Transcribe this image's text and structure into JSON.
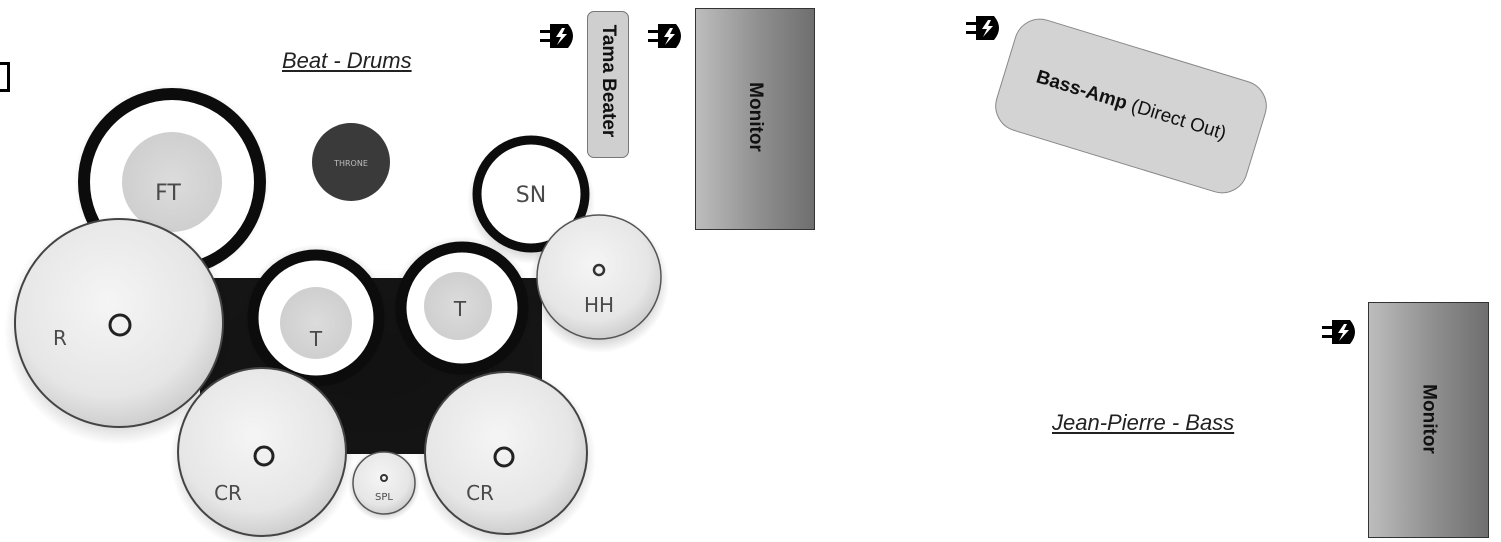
{
  "drums": {
    "title": "Beat - Drums",
    "throne": "THRONE",
    "floor_tom": "FT",
    "snare": "SN",
    "ride": "R",
    "tom1": "T",
    "tom2": "T",
    "hihat": "HH",
    "crash_left": "CR",
    "crash_right": "CR",
    "splash": "SPL"
  },
  "tama_beater": {
    "label": "Tama Beater"
  },
  "monitor_drums": {
    "label": "Monitor"
  },
  "bass_amp": {
    "label_bold": "Bass-Amp",
    "label_rest": " (Direct Out)"
  },
  "bass": {
    "title": "Jean-Pierre - Bass"
  },
  "monitor_bass": {
    "label": "Monitor"
  },
  "icons": {
    "power": "power-plug-icon"
  },
  "colors": {
    "monitor_dark": "#6f6f6f",
    "monitor_light": "#bdbdbd",
    "amp_fill": "#d3d3d3",
    "throne_fill": "#3a3a3a"
  }
}
